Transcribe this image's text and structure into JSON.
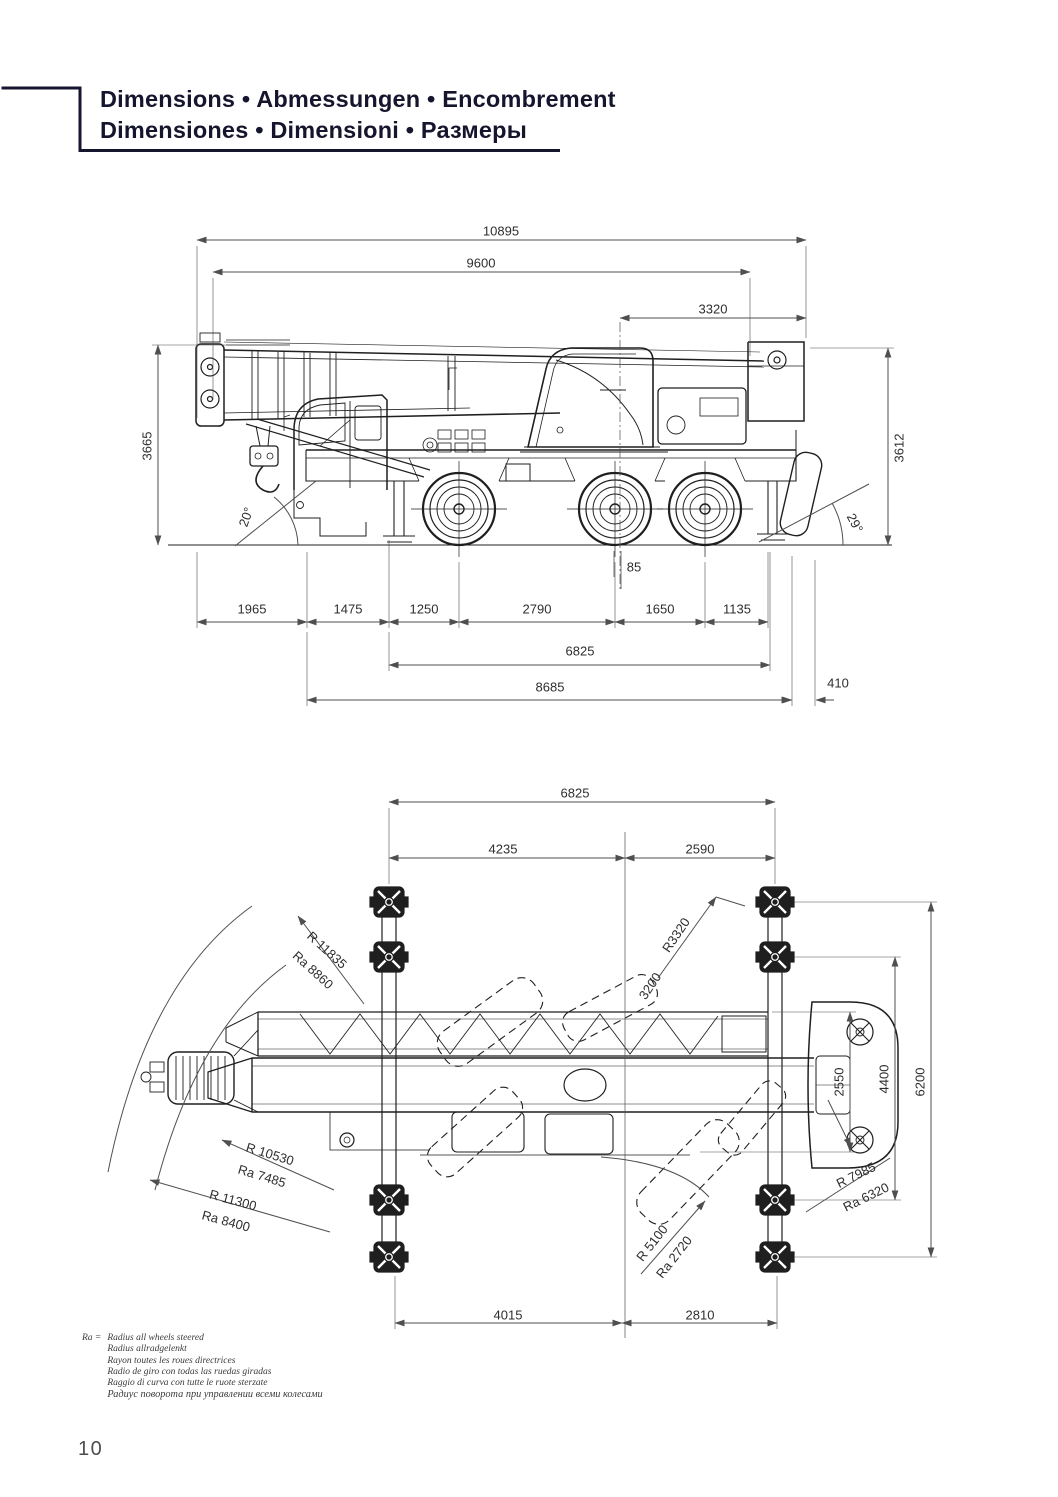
{
  "header": {
    "title_line1": "Dimensions • Abmessungen • Encombrement",
    "title_line2": "Dimensiones • Dimensioni • Размеры"
  },
  "side_view": {
    "overall_length": "10895",
    "boom_length": "9600",
    "tail_length": "3320",
    "height_front": "3665",
    "height_rear": "3612",
    "approach_angle": "20°",
    "departure_angle": "29°",
    "center_offset": "85",
    "seg_front_overhang": "1965",
    "seg_1475": "1475",
    "seg_1250": "1250",
    "wheelbase_1": "2790",
    "wheelbase_2": "1650",
    "seg_rear": "1135",
    "outrigger_base": "6825",
    "length_8685": "8685",
    "rear_overhang": "410"
  },
  "top_view": {
    "outrigger_base": "6825",
    "front_to_center": "4235",
    "center_to_rear": "2590",
    "r_boom_tip": "R 11835",
    "ra_boom_tip": "Ra 8860",
    "r_tail": "R3320",
    "r_tail2": "3200",
    "width_retracted": "2550",
    "width_mid": "4400",
    "width_full": "6200",
    "r_front_corner": "R 10530",
    "ra_front_corner": "Ra 7485",
    "r_carrier": "R 11300",
    "ra_carrier": "Ra 8400",
    "r_rear_corner": "R 7985",
    "ra_rear_corner": "Ra 6320",
    "r_inner": "R 5100",
    "ra_inner": "Ra 2720",
    "front_to_center_pads": "4015",
    "center_to_rear_pads": "2810"
  },
  "legend": {
    "prefix": "Ra =",
    "lines": [
      "Radius all wheels steered",
      "Radius allradgelenkt",
      "Rayon toutes les roues directrices",
      "Radio de giro con todas las ruedas giradas",
      "Raggio di curva con tutte le ruote sterzate",
      "Радиус поворота при управлении всеми колесами"
    ]
  },
  "page": {
    "number": "10"
  },
  "colors": {
    "ink": "#1f1f1f",
    "dim_lines": "#4f4f4f",
    "header_navy": "#15152e"
  }
}
